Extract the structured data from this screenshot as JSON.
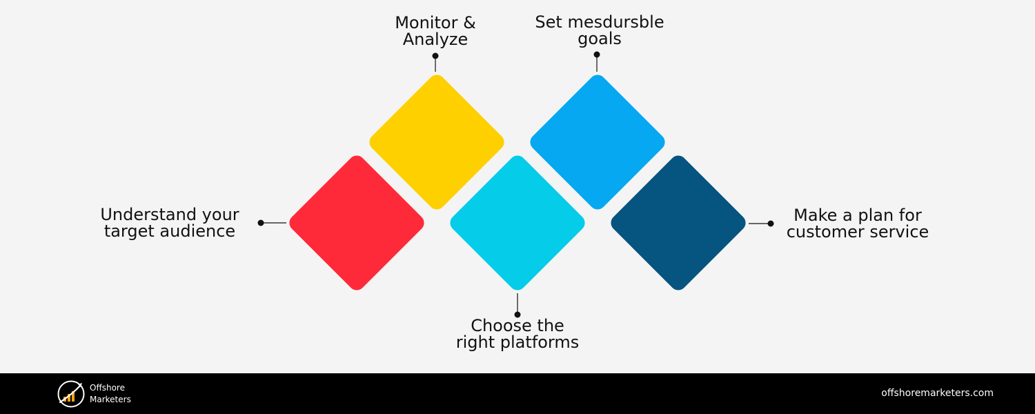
{
  "colors": {
    "background": "#f4f4f4",
    "footer_bg": "#000000",
    "footer_text": "#ffffff",
    "connector": "#111111",
    "brand_accent": "#f6a21a"
  },
  "steps": [
    {
      "id": "understand",
      "lines": [
        "Understand your",
        "target audience"
      ],
      "color": "#fe2a3a"
    },
    {
      "id": "monitor",
      "lines": [
        "Monitor &",
        "Analyze"
      ],
      "color": "#fed000"
    },
    {
      "id": "choose",
      "lines": [
        "Choose the",
        "right platforms"
      ],
      "color": "#04cce9"
    },
    {
      "id": "goals",
      "lines": [
        "Set mesdursble",
        "goals"
      ],
      "color": "#06a8f2"
    },
    {
      "id": "plan",
      "lines": [
        "Make a plan for",
        "customer service"
      ],
      "color": "#065480"
    }
  ],
  "footer": {
    "brand_line1": "Offshore",
    "brand_line2": "Marketers",
    "logo_icon": "growth-chart-logo-icon",
    "website": "offshoremarketers.com"
  }
}
